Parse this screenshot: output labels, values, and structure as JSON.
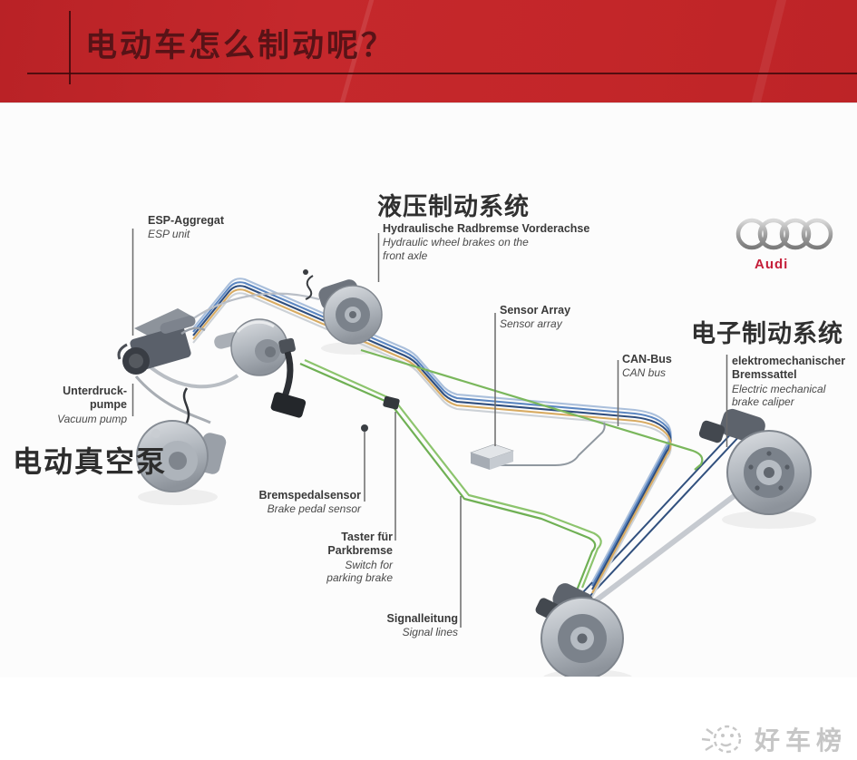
{
  "slide": {
    "title": "电动车怎么制动呢？",
    "brand_wordmark": "Audi",
    "watermark_text": "好车榜"
  },
  "labels": {
    "esp": {
      "de": "ESP-Aggregat",
      "en": "ESP unit"
    },
    "hydraulic": {
      "zh": "液压制动系统",
      "de": "Hydraulische Radbremse Vorderachse",
      "en_line1": "Hydraulic wheel brakes on the",
      "en_line2": "front axle"
    },
    "sensor_array": {
      "de": "Sensor Array",
      "en": "Sensor array"
    },
    "can_bus": {
      "de": "CAN-Bus",
      "en": "CAN bus"
    },
    "electronic": {
      "zh": "电子制动系统",
      "de_line1": "elektromechanischer",
      "de_line2": "Bremssattel",
      "en_line1": "Electric mechanical",
      "en_line2": "brake caliper"
    },
    "vacuum_pump": {
      "de_line1": "Unterdruck-",
      "de_line2": "pumpe",
      "en": "Vacuum pump",
      "zh": "电动真空泵"
    },
    "brake_pedal_sensor": {
      "de": "Bremspedalsensor",
      "en": "Brake pedal sensor"
    },
    "parking_brake": {
      "de_line1": "Taster für",
      "de_line2": "Parkbremse",
      "en_line1": "Switch for",
      "en_line2": "parking brake"
    },
    "signal_lines": {
      "de": "Signalleitung",
      "en": "Signal lines"
    }
  },
  "colors": {
    "banner_red": "#c5282c",
    "title_text": "#581317",
    "audi_red": "#c51e39",
    "can_bus_blue": "#2f4e7e",
    "harness_blue": "#5b86c1",
    "harness_light_blue": "#aabfdb",
    "harness_orange": "#d8ab62",
    "signal_green": "#6fb054",
    "pipe_gray": "#ccd1d6",
    "leader_gray": "#6b6b6b",
    "watermark_gray": "#c6c6c6"
  }
}
